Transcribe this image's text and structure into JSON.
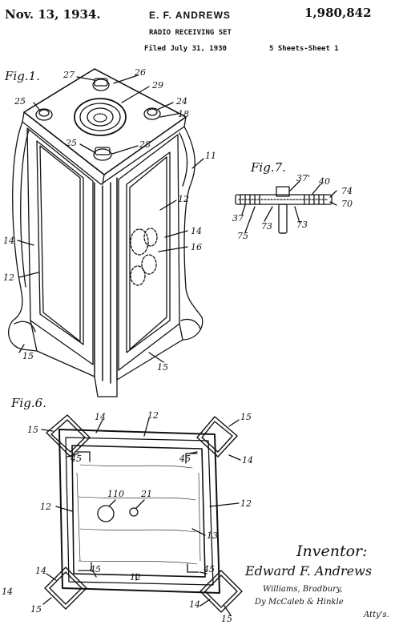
{
  "header": {
    "date": "Nov. 13, 1934.",
    "inventor": "E. F. ANDREWS",
    "patent_number": "1,980,842",
    "subject": "RADIO RECEIVING SET",
    "filed": "Filed July 31, 1930",
    "sheets": "5 Sheets-Sheet 1"
  },
  "figures": {
    "fig1": "Fig.1.",
    "fig6": "Fig.6.",
    "fig7": "Fig.7."
  },
  "fig1_labels": [
    "27",
    "26",
    "29",
    "25",
    "24",
    "18",
    "25",
    "28",
    "11",
    "12",
    "14",
    "16",
    "14",
    "12",
    "15",
    "15"
  ],
  "fig7_labels": [
    "37'",
    "40",
    "74",
    "70",
    "37",
    "73",
    "73",
    "75"
  ],
  "fig6_labels": [
    "15",
    "14",
    "12",
    "15",
    "14",
    "45",
    "45",
    "14",
    "110",
    "21",
    "12",
    "12",
    "13",
    "14",
    "45",
    "12",
    "45",
    "15",
    "14",
    "15"
  ],
  "signature": {
    "title": "Inventor:",
    "name": "Edward F. Andrews",
    "attorneys_line1": "Williams, Bradbury,",
    "attorneys_line2": "Dy McCaleb & Hinkle",
    "attorneys_line3": "Atty's."
  }
}
